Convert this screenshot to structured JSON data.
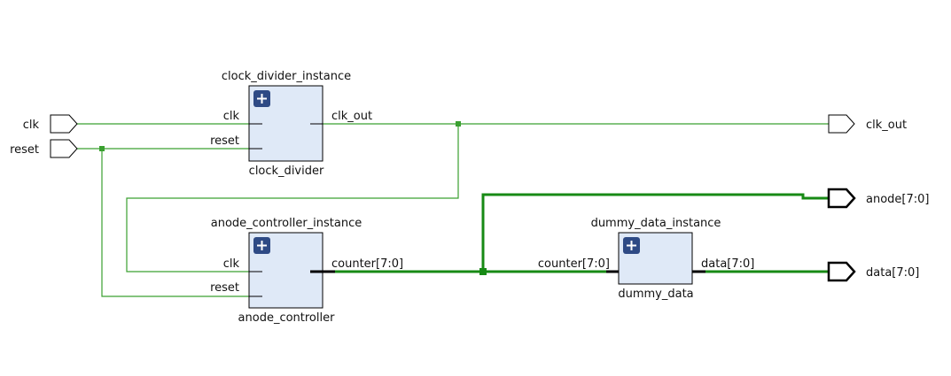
{
  "colors": {
    "wire": "#3aa030",
    "bus": "#178a14",
    "block_fill": "#dfe9f7",
    "expand_button": "#2e4a85"
  },
  "ports": {
    "clk": "clk",
    "reset": "reset",
    "clk_out": "clk_out",
    "anode": "anode[7:0]",
    "data": "data[7:0]"
  },
  "clock_divider": {
    "instance": "clock_divider_instance",
    "module": "clock_divider",
    "pin_clk": "clk",
    "pin_reset": "reset",
    "pin_out": "clk_out"
  },
  "anode_controller": {
    "instance": "anode_controller_instance",
    "module": "anode_controller",
    "pin_clk": "clk",
    "pin_reset": "reset",
    "pin_out": "counter[7:0]"
  },
  "dummy_data": {
    "instance": "dummy_data_instance",
    "module": "dummy_data",
    "pin_in": "counter[7:0]",
    "pin_out": "data[7:0]"
  },
  "icons": {
    "expand": "plus-icon"
  }
}
